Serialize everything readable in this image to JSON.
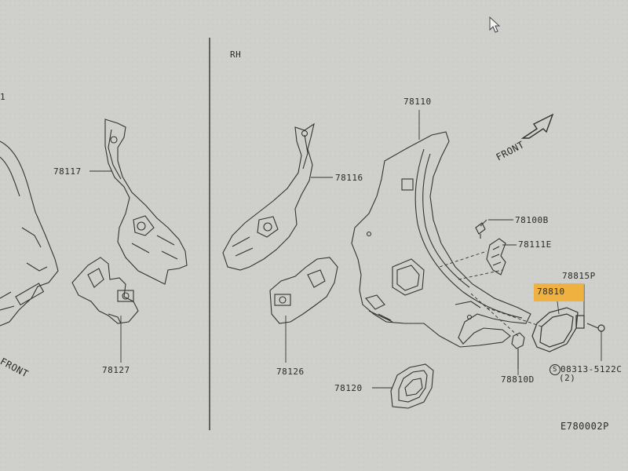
{
  "colors": {
    "paper": "#cfd0cc",
    "ink": "#2a2a2a",
    "highlight": "#f4ad28"
  },
  "labels": {
    "rh": "RH",
    "lh_cut": "1",
    "p78110": "78110",
    "p78117": "78117",
    "p78116": "78116",
    "p78100b": "78100B",
    "p78111e": "78111E",
    "p78815p": "78815P",
    "p78810": "78810",
    "p78127": "78127",
    "p78126": "78126",
    "p78120": "78120",
    "p78810d": "78810D",
    "p08313": "08313-5122C",
    "p08313_circle": "S",
    "p08313_qty": "(2)",
    "front_right": "FRONT",
    "front_left": "FRONT",
    "figure_code": "E780002P"
  }
}
